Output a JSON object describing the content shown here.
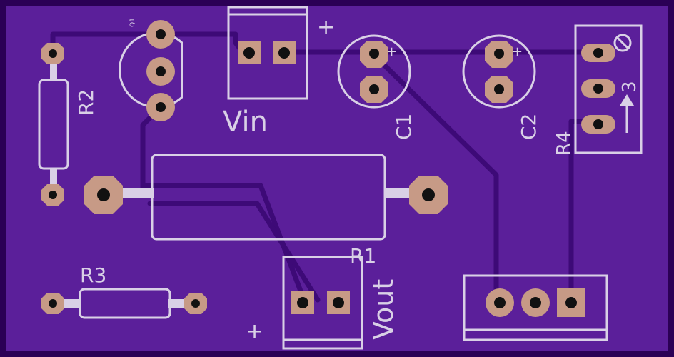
{
  "board": {
    "colors": {
      "substrate": "#5b1f9a",
      "substrate_edge": "#2b0055",
      "trace": "#3d0a77",
      "silkscreen": "#d9d0e6",
      "pad": "#c79a86",
      "drill": "#111111"
    }
  },
  "labels": {
    "q1": "Q1",
    "vin": "Vin",
    "vin_plus": "+",
    "c1": "C1",
    "c1_plus": "+",
    "c2": "C2",
    "c2_plus": "+",
    "r2": "R2",
    "r1": "R1",
    "r3": "R3",
    "r4": "R4",
    "r4_pin": "3",
    "vout": "Vout",
    "vout_plus": "+"
  }
}
